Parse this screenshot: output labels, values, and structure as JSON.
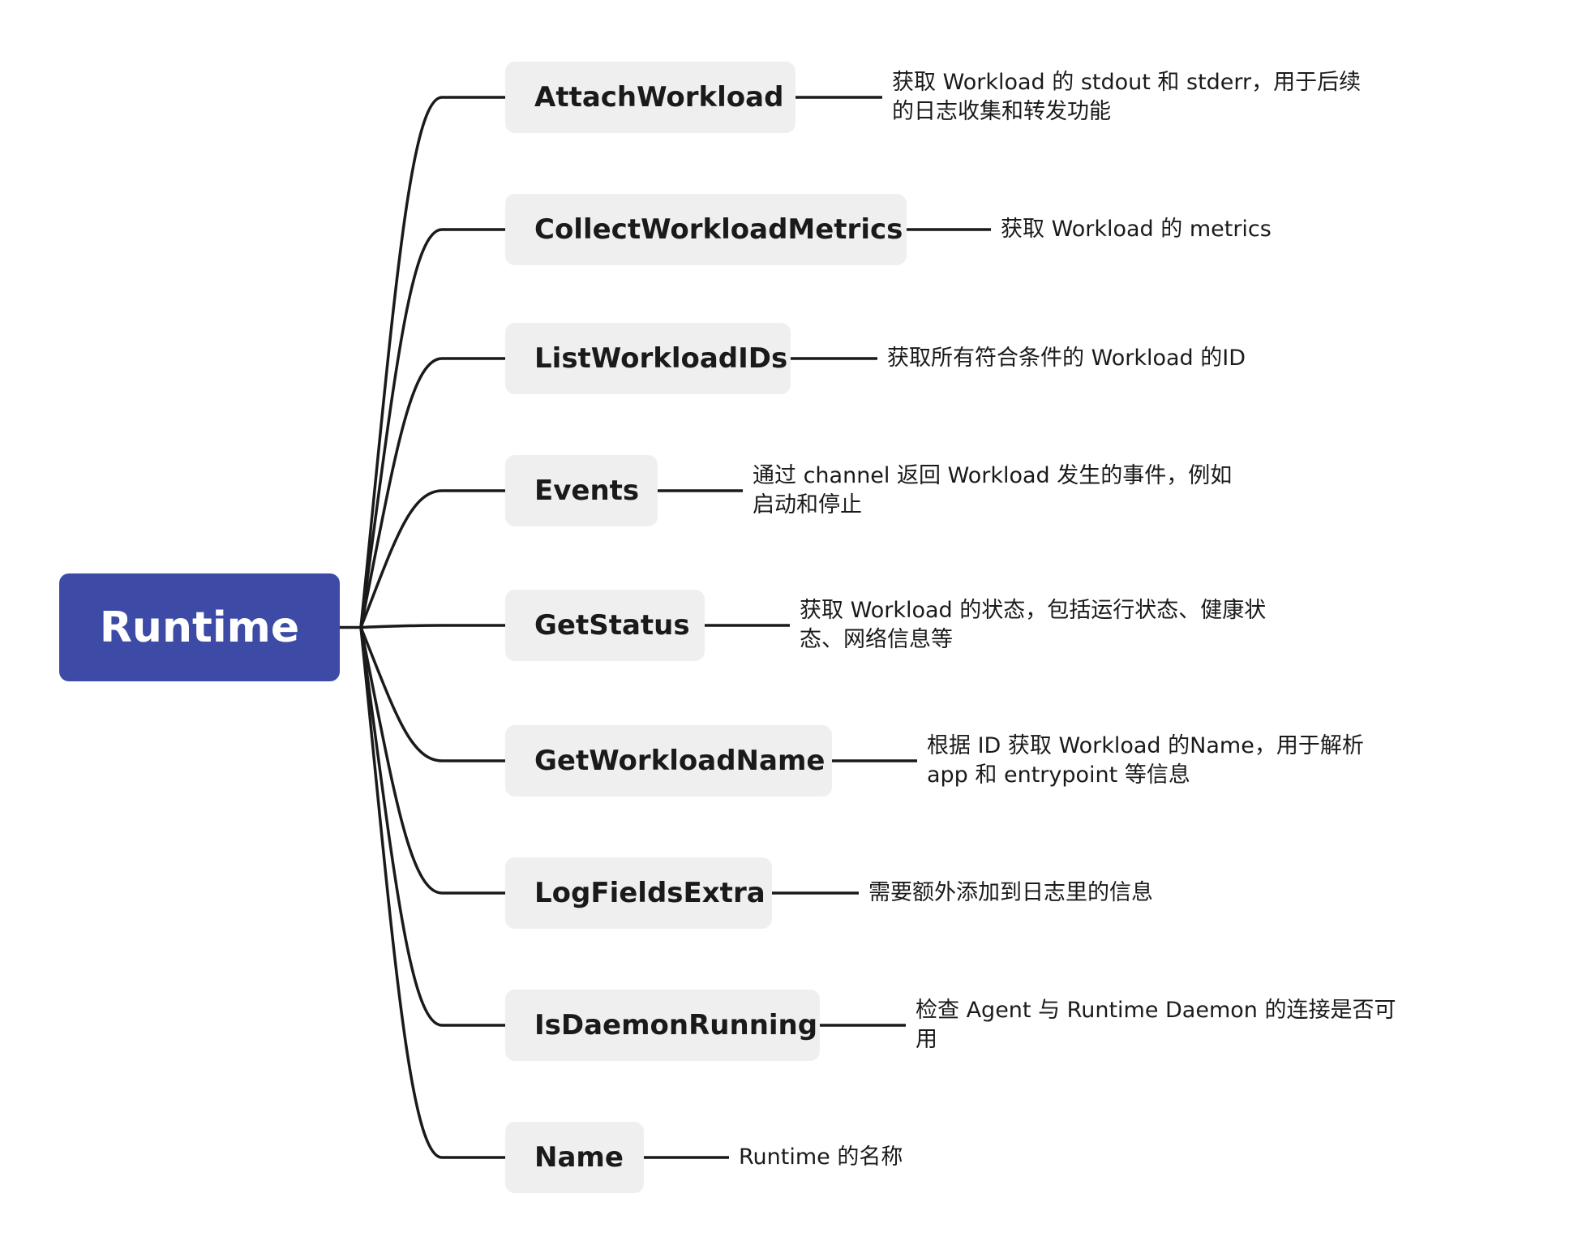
{
  "root": {
    "label": "Runtime"
  },
  "branches": [
    {
      "label": "AttachWorkload",
      "description": "获取 Workload 的 stdout 和 stderr，用于后续的日志收集和转发功能"
    },
    {
      "label": "CollectWorkloadMetrics",
      "description": "获取 Workload 的 metrics"
    },
    {
      "label": "ListWorkloadIDs",
      "description": "获取所有符合条件的 Workload 的ID"
    },
    {
      "label": "Events",
      "description": "通过 channel 返回 Workload 发生的事件，例如启动和停止"
    },
    {
      "label": "GetStatus",
      "description": "获取 Workload 的状态，包括运行状态、健康状态、网络信息等"
    },
    {
      "label": "GetWorkloadName",
      "description": "根据 ID 获取 Workload 的Name，用于解析 app 和 entrypoint 等信息"
    },
    {
      "label": "LogFieldsExtra",
      "description": "需要额外添加到日志里的信息"
    },
    {
      "label": "IsDaemonRunning",
      "description": "检查 Agent 与 Runtime Daemon 的连接是否可用"
    },
    {
      "label": "Name",
      "description": "Runtime 的名称"
    }
  ],
  "colors": {
    "root_fill": "#3d4ba6",
    "branch_fill": "#efefef",
    "line": "#1a1a1a"
  }
}
